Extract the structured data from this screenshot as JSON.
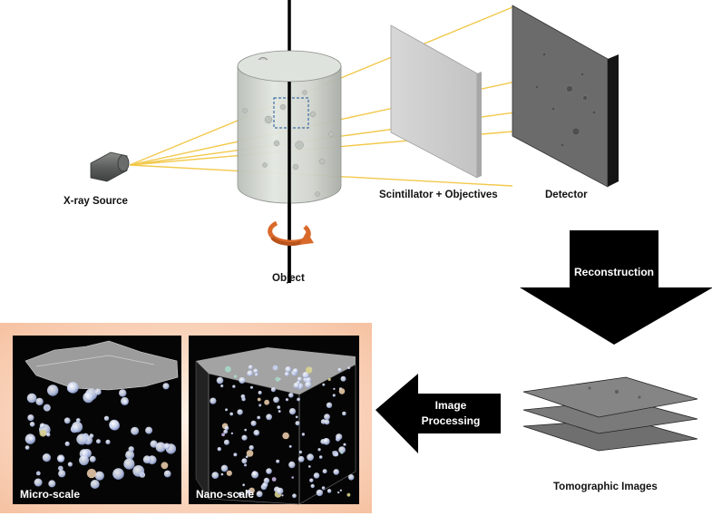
{
  "labels": {
    "xray_source": "X-ray Source",
    "object": "Object",
    "scintillator": "Scintillator + Objectives",
    "detector": "Detector",
    "tomographic_images": "Tomographic Images"
  },
  "arrows": {
    "reconstruction": "Reconstruction",
    "image_processing_line1": "Image",
    "image_processing_line2": "Processing"
  },
  "panels": {
    "micro": "Micro-scale",
    "nano": "Nano-scale"
  },
  "colors": {
    "beam": "#f2c94c",
    "rotation_arrow": "#d9692a",
    "panel_frame": "#f6c7ac",
    "arrow_fill": "#000000"
  }
}
